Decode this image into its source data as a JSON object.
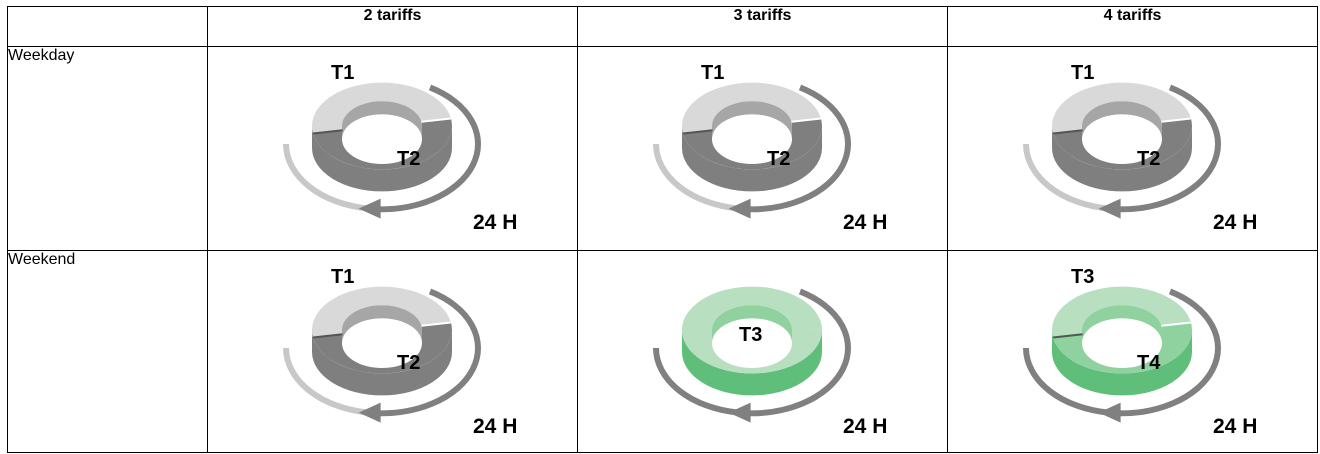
{
  "table": {
    "corner": "",
    "columns": [
      "2 tariffs",
      "3 tariffs",
      "4 tariffs"
    ],
    "rows": [
      {
        "label": "Weekday",
        "cells": [
          {
            "variant": "gray-two",
            "top_label": "T1",
            "bottom_label": "T2",
            "duration": "24 H"
          },
          {
            "variant": "gray-two",
            "top_label": "T1",
            "bottom_label": "T2",
            "duration": "24 H"
          },
          {
            "variant": "gray-two",
            "top_label": "T1",
            "bottom_label": "T2",
            "duration": "24 H"
          }
        ]
      },
      {
        "label": "Weekend",
        "cells": [
          {
            "variant": "gray-two",
            "top_label": "T1",
            "bottom_label": "T2",
            "duration": "24 H"
          },
          {
            "variant": "green-one",
            "center_label": "T3",
            "duration": "24 H"
          },
          {
            "variant": "green-two",
            "top_label": "T3",
            "bottom_label": "T4",
            "duration": "24 H"
          }
        ]
      }
    ]
  },
  "colors": {
    "gray_light": "#d9d9d9",
    "gray_mid": "#a6a6a6",
    "gray_dark": "#7f7f7f",
    "green_light": "#b7dfc0",
    "green_mid": "#8fd29f",
    "green_dark": "#5fbf7a",
    "arrow_light": "#c8c8c8",
    "arrow_dark": "#808080"
  }
}
